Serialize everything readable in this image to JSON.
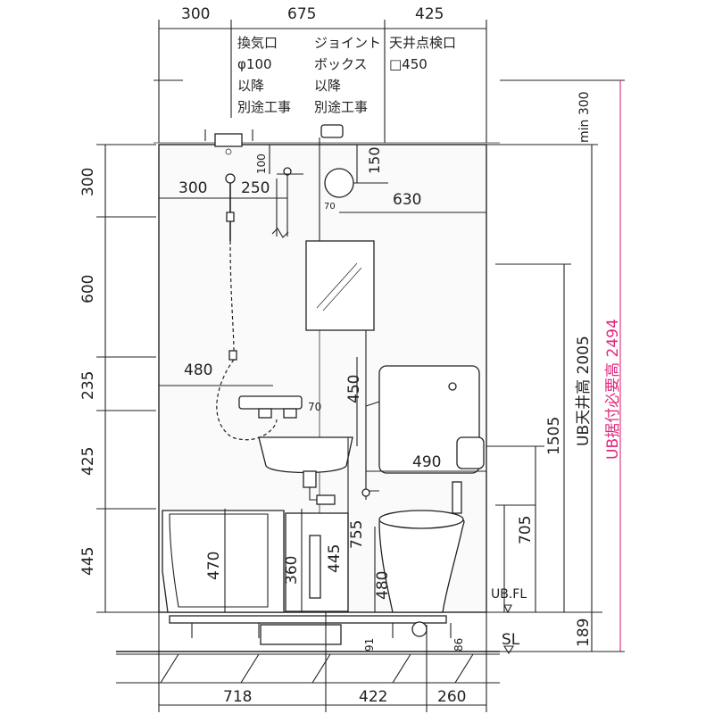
{
  "top_dims": [
    "300",
    "675",
    "425"
  ],
  "bottom_dims": [
    "718",
    "422",
    "260"
  ],
  "left_dims": [
    "300",
    "600",
    "235",
    "425",
    "445"
  ],
  "notes": {
    "vent": [
      "換気口",
      "φ100",
      "以降",
      "別途工事"
    ],
    "joint": [
      "ジョイント",
      "ボックス",
      "以降",
      "別途工事"
    ],
    "hatch": [
      "天井点検口",
      "□450"
    ]
  },
  "inner_dims": {
    "d100": "100",
    "d150": "150",
    "d300": "300",
    "d250": "250",
    "d630": "630",
    "d70a": "70",
    "d480a": "480",
    "d70b": "70",
    "d450": "450",
    "d490": "490",
    "d470": "470",
    "d360": "360",
    "d445": "445",
    "d755": "755",
    "d480b": "480",
    "d91": "91",
    "d86": "86",
    "d1505": "1505",
    "d705": "705"
  },
  "right_labels": {
    "min300": "min 300",
    "ub_ceiling": "UB天井高 2005",
    "ub_install": "UB据付必要高 2494",
    "d189": "189",
    "ubfl": "UB.FL",
    "sl": "SL"
  },
  "colors": {
    "line": "#222222",
    "accent": "#e0297f"
  }
}
